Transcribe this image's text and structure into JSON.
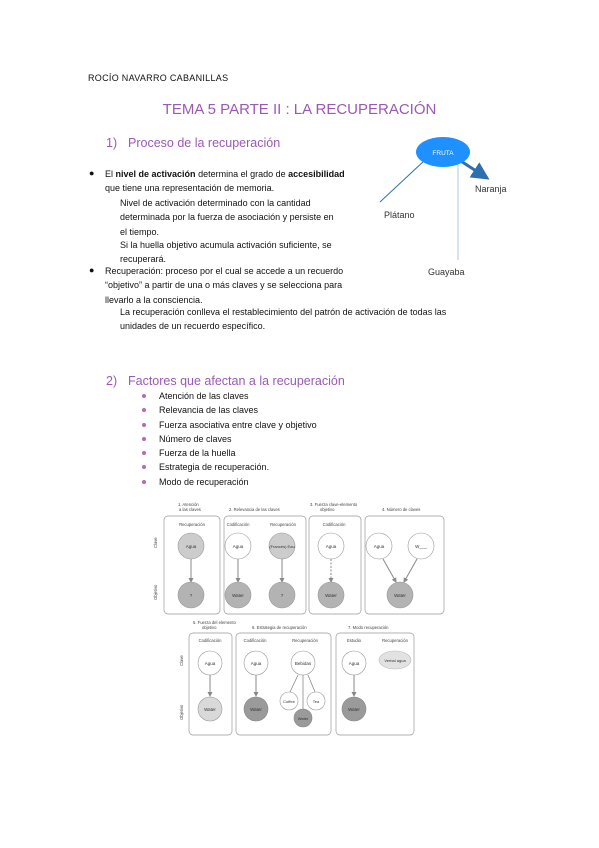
{
  "header": {
    "author": "ROCÍO NAVARRO CABANILLAS"
  },
  "title": "TEMA 5 PARTE II : LA RECUPERACIÓN",
  "section1": {
    "number": "1)",
    "heading": "Proceso de la recuperación",
    "bullet1": {
      "part1": "El ",
      "bold1": "nivel de activación",
      "part2": " determina el grado de ",
      "bold2": "accesibilidad",
      "line2": "que tiene una representación de memoria."
    },
    "sub1": [
      "Nivel de activación  determinado con  la cantidad",
      "determinada por la fuerza de asociación y persiste en",
      "el tiempo."
    ],
    "sub2": [
      "Si la huella objetivo acumula activación suficiente, se",
      "recuperará."
    ],
    "bullet2": [
      "Recuperación: proceso por el cual se accede a un recuerdo",
      "“objetivo” a partir de una o más claves y se selecciona para",
      "llevarlo a la consciencia."
    ],
    "sub3": [
      "La recuperación conlleva el restablecimiento del patrón de activación de todas las",
      "unidades de un recuerdo específico."
    ]
  },
  "fruit_diagram": {
    "center": "FRUTA",
    "branches": [
      "Naranja",
      "Plátano",
      "Guayaba"
    ],
    "center_color": "#1e90ff"
  },
  "section2": {
    "number": "2)",
    "heading": "Factores que afectan a la recuperación",
    "factors": [
      "Atención de las claves",
      "Relevancia de las claves",
      "Fuerza asociativa entre clave y objetivo",
      "Número de claves",
      "Fuerza de la huella",
      "Estrategia de recuperación.",
      "Modo de recuperación"
    ]
  },
  "figure": {
    "row_labels": {
      "cue": "Clave",
      "target": "Objetivo"
    },
    "panels": [
      {
        "title": [
          "1. Atención",
          "a las claves"
        ],
        "columns": [
          "Recuperación"
        ],
        "cues": [
          "Agua"
        ],
        "targets": [
          "?"
        ]
      },
      {
        "title": [
          "2. Relevancia de las claves"
        ],
        "columns": [
          "Codificación",
          "Recuperación"
        ],
        "cues": [
          "Agua",
          "(Francés) Eau"
        ],
        "targets": [
          "Water",
          "?"
        ]
      },
      {
        "title": [
          "3. Fuerza clave-elemento",
          "objetivo"
        ],
        "columns": [
          "Codificación"
        ],
        "cues": [
          "Agua"
        ],
        "targets": [
          "Water"
        ]
      },
      {
        "title": [
          "4. Número de claves"
        ],
        "columns": [],
        "cues": [
          "Agua",
          "W___"
        ],
        "targets": [
          "Water"
        ]
      },
      {
        "title": [
          "5. Fuerza del elemento",
          "objetivo"
        ],
        "columns": [
          "Codificación"
        ],
        "cues": [
          "Agua"
        ],
        "targets": [
          "Water"
        ]
      },
      {
        "title": [
          "6. Estrategia de recuperación"
        ],
        "columns": [
          "Codificación",
          "Recuperación"
        ],
        "cues": [
          "Agua",
          "Bebidas"
        ],
        "targets": [
          "Water",
          "Coffee",
          "Tea",
          "Water"
        ]
      },
      {
        "title": [
          "7. Modo recuperación"
        ],
        "columns": [
          "Estudio",
          "Recuperación"
        ],
        "cues": [
          "Agua",
          "Verbal agua"
        ],
        "targets": [
          "Water"
        ]
      }
    ]
  }
}
